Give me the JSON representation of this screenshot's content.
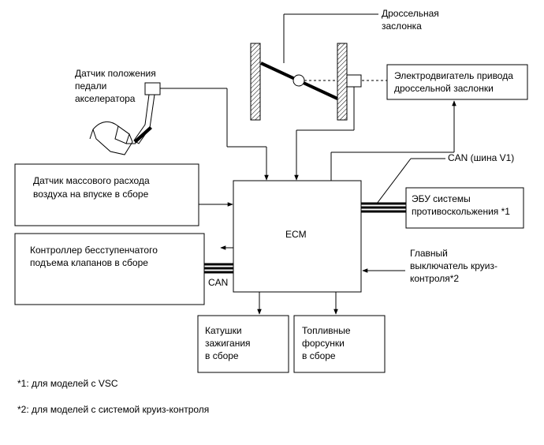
{
  "throttle": {
    "line1": "Дроссельная",
    "line2": "заслонка"
  },
  "pedal_sensor": {
    "line1": "Датчик положения",
    "line2": "педали",
    "line3": "акселератора"
  },
  "motor": {
    "line1": "Электродвигатель привода",
    "line2": "дроссельной заслонки"
  },
  "can_bus_label": "CAN (шина V1)",
  "maf": {
    "line1": "Датчик массового расхода",
    "line2": "воздуха на впуске в сборе"
  },
  "skid_ecu": {
    "line1": "ЭБУ системы",
    "line2": "противоскольжения *1"
  },
  "ecm": {
    "label": "ECM"
  },
  "vvt": {
    "line1": "Контроллер бесступенчатого",
    "line2": "подъема клапанов в сборе"
  },
  "can_label": "CAN",
  "cruise": {
    "line1": "Главный",
    "line2": "выключатель круиз-",
    "line3": "контроля*2"
  },
  "coils": {
    "line1": "Катушки",
    "line2": "зажигания",
    "line3": "в сборе"
  },
  "injectors": {
    "line1": "Топливные",
    "line2": "форсунки",
    "line3": "в сборе"
  },
  "footnotes": {
    "note1": "*1: для моделей с VSC",
    "note2": "*2: для моделей с системой круиз-контроля"
  }
}
